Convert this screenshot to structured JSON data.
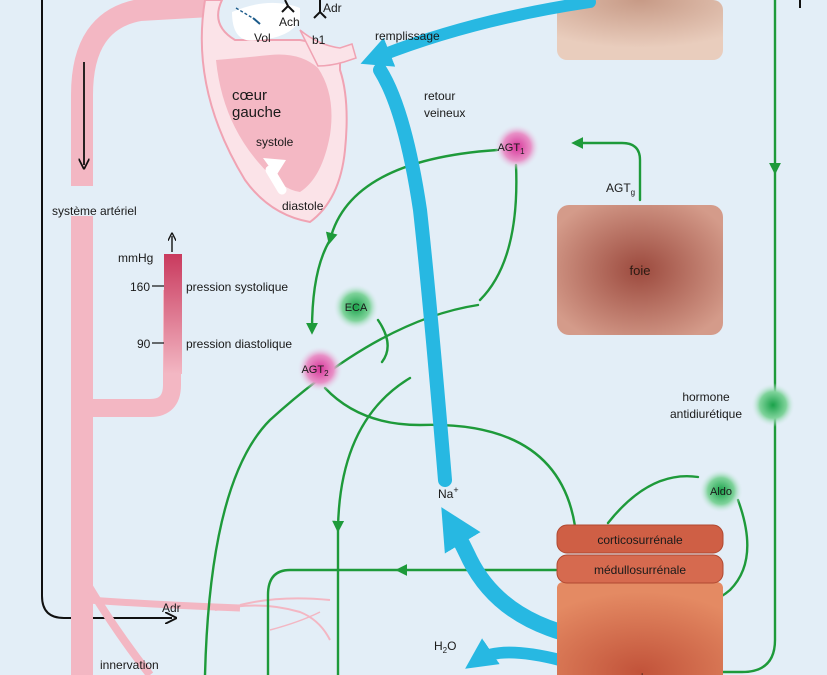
{
  "labels": {
    "vol": "Vol",
    "ach": "Ach",
    "adr_top": "Adr",
    "b1": "b1",
    "remplissage": "remplissage",
    "coeur": "cœur",
    "gauche": "gauche",
    "systole": "systole",
    "diastole": "diastole",
    "retour": "retour",
    "veineux": "veineux",
    "agt_g": "AGT",
    "agt_g_sub": "g",
    "foie": "foie",
    "systeme_arteriel": "système artériel",
    "mmhg": "mmHg",
    "tick_160": "160",
    "tick_90": "90",
    "pression_systolique": "pression systolique",
    "pression_diastolique": "pression diastolique",
    "hormone": "hormone",
    "antidiuretique": "antidiurétique",
    "aldo": "Aldo",
    "na": "Na",
    "na_sup": "+",
    "corticosurrenale": "corticosurrénale",
    "medullosurrenale": "médullosurrénale",
    "adr_bottom": "Adr",
    "h2o": "H",
    "h2o_sub": "2",
    "h2o_end": "O",
    "innervation": "innervation",
    "rein": "rein"
  },
  "nodes": {
    "agt1": {
      "label": "AGT",
      "sub": "1"
    },
    "eca": {
      "label": "ECA"
    },
    "agt2": {
      "label": "AGT",
      "sub": "2"
    }
  },
  "colors": {
    "background": "#e3eef7",
    "artery": "#f3b7c3",
    "heart": "#f4b8c4",
    "green_arrow": "#1e9a3a",
    "blue_arrow": "#27b8e2",
    "liver": "#b46a5c",
    "kidney": "#d9704e",
    "adrenal": "#cf5f45",
    "hormone_node": "#c9469a",
    "eca_node": "#3fb56a"
  }
}
